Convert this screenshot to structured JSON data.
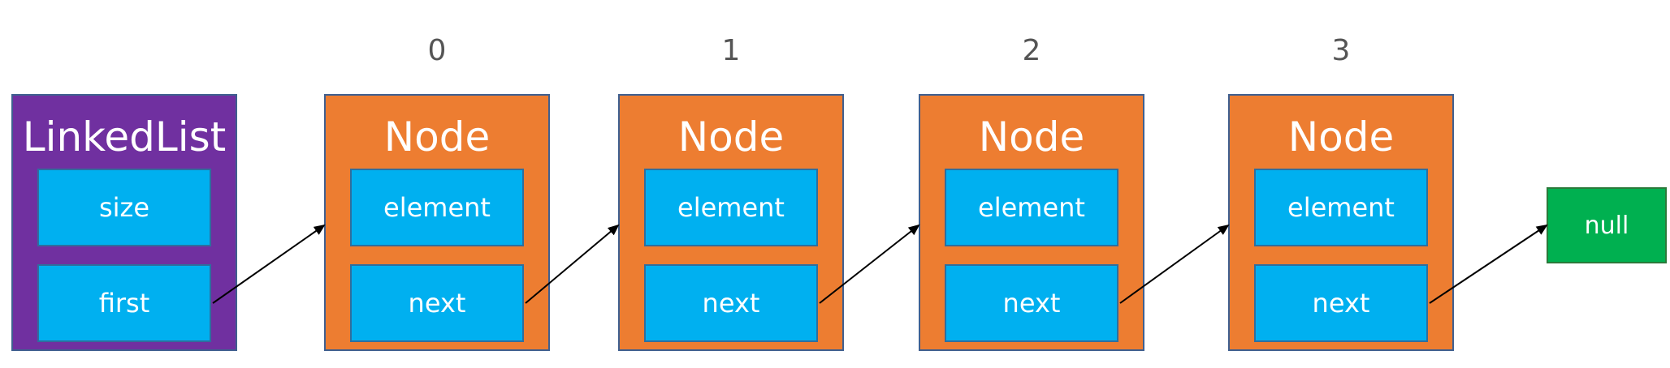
{
  "colors": {
    "linkedlist_bg": "#7030a0",
    "node_bg": "#ed7d31",
    "field_bg": "#00b0f0",
    "null_bg": "#00b050",
    "arrow": "#000000"
  },
  "linkedlist": {
    "title": "LinkedList",
    "fields": [
      "size",
      "first"
    ]
  },
  "nodes": [
    {
      "index": "0",
      "title": "Node",
      "element": "element",
      "next": "next"
    },
    {
      "index": "1",
      "title": "Node",
      "element": "element",
      "next": "next"
    },
    {
      "index": "2",
      "title": "Node",
      "element": "element",
      "next": "next"
    },
    {
      "index": "3",
      "title": "Node",
      "element": "element",
      "next": "next"
    }
  ],
  "null_label": "null"
}
